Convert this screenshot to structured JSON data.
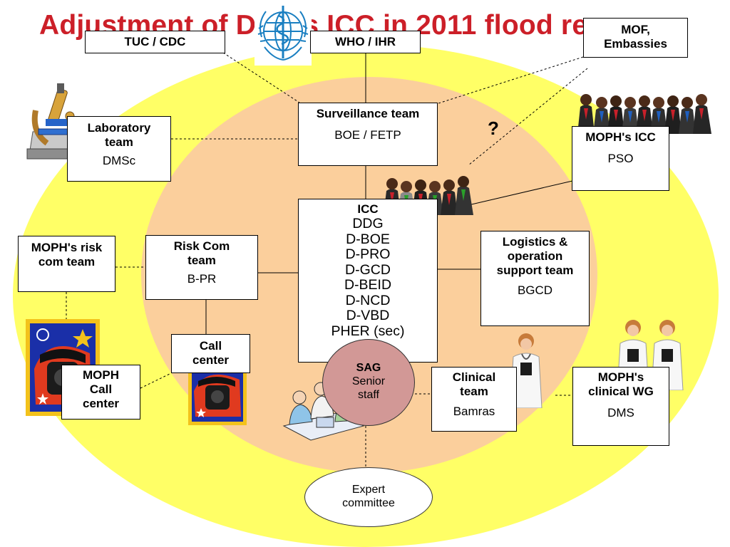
{
  "title": "Adjustment of DDC's ICC in 2011 flood response",
  "colors": {
    "title": "#cc1f28",
    "outer": "#ffff66",
    "inner": "#fbcf9c",
    "sag": "#d29896",
    "who_blue": "#1a7fc1"
  },
  "question_mark": "?",
  "boxes": {
    "tuc": {
      "title": "TUC / CDC"
    },
    "who": {
      "title": "WHO / IHR"
    },
    "mof": {
      "title": "MOF, Embassies"
    },
    "surveillance": {
      "title": "Surveillance team",
      "sub": "BOE / FETP"
    },
    "lab": {
      "title": "Laboratory team",
      "sub": "DMSc"
    },
    "moph_icc": {
      "title": "MOPH's ICC",
      "sub": "PSO"
    },
    "icc": {
      "title": "ICC",
      "members": [
        "DDG",
        "D-BOE",
        "D-PRO",
        "D-GCD",
        "D-BEID",
        "D-NCD",
        "D-VBD",
        "PHER (sec)"
      ]
    },
    "risk_com": {
      "title": "Risk Com team",
      "sub": "B-PR"
    },
    "moph_risk": {
      "title": "MOPH's risk com team"
    },
    "logistics": {
      "title": "Logistics & operation support team",
      "sub": "BGCD"
    },
    "call_center": {
      "title": "Call center"
    },
    "moph_call": {
      "title": "MOPH Call center"
    },
    "clinical": {
      "title": "Clinical team",
      "sub": "Bamras"
    },
    "moph_clinical": {
      "title": "MOPH's clinical WG",
      "sub": "DMS"
    }
  },
  "sag": {
    "title": "SAG",
    "line1": "Senior",
    "line2": "staff"
  },
  "expert": {
    "line1": "Expert",
    "line2": "committee"
  },
  "icons": [
    "who-emblem-icon",
    "microscope-icon",
    "business-group-icon",
    "telephone-poster-icon",
    "doctor-icon",
    "meeting-group-icon"
  ]
}
